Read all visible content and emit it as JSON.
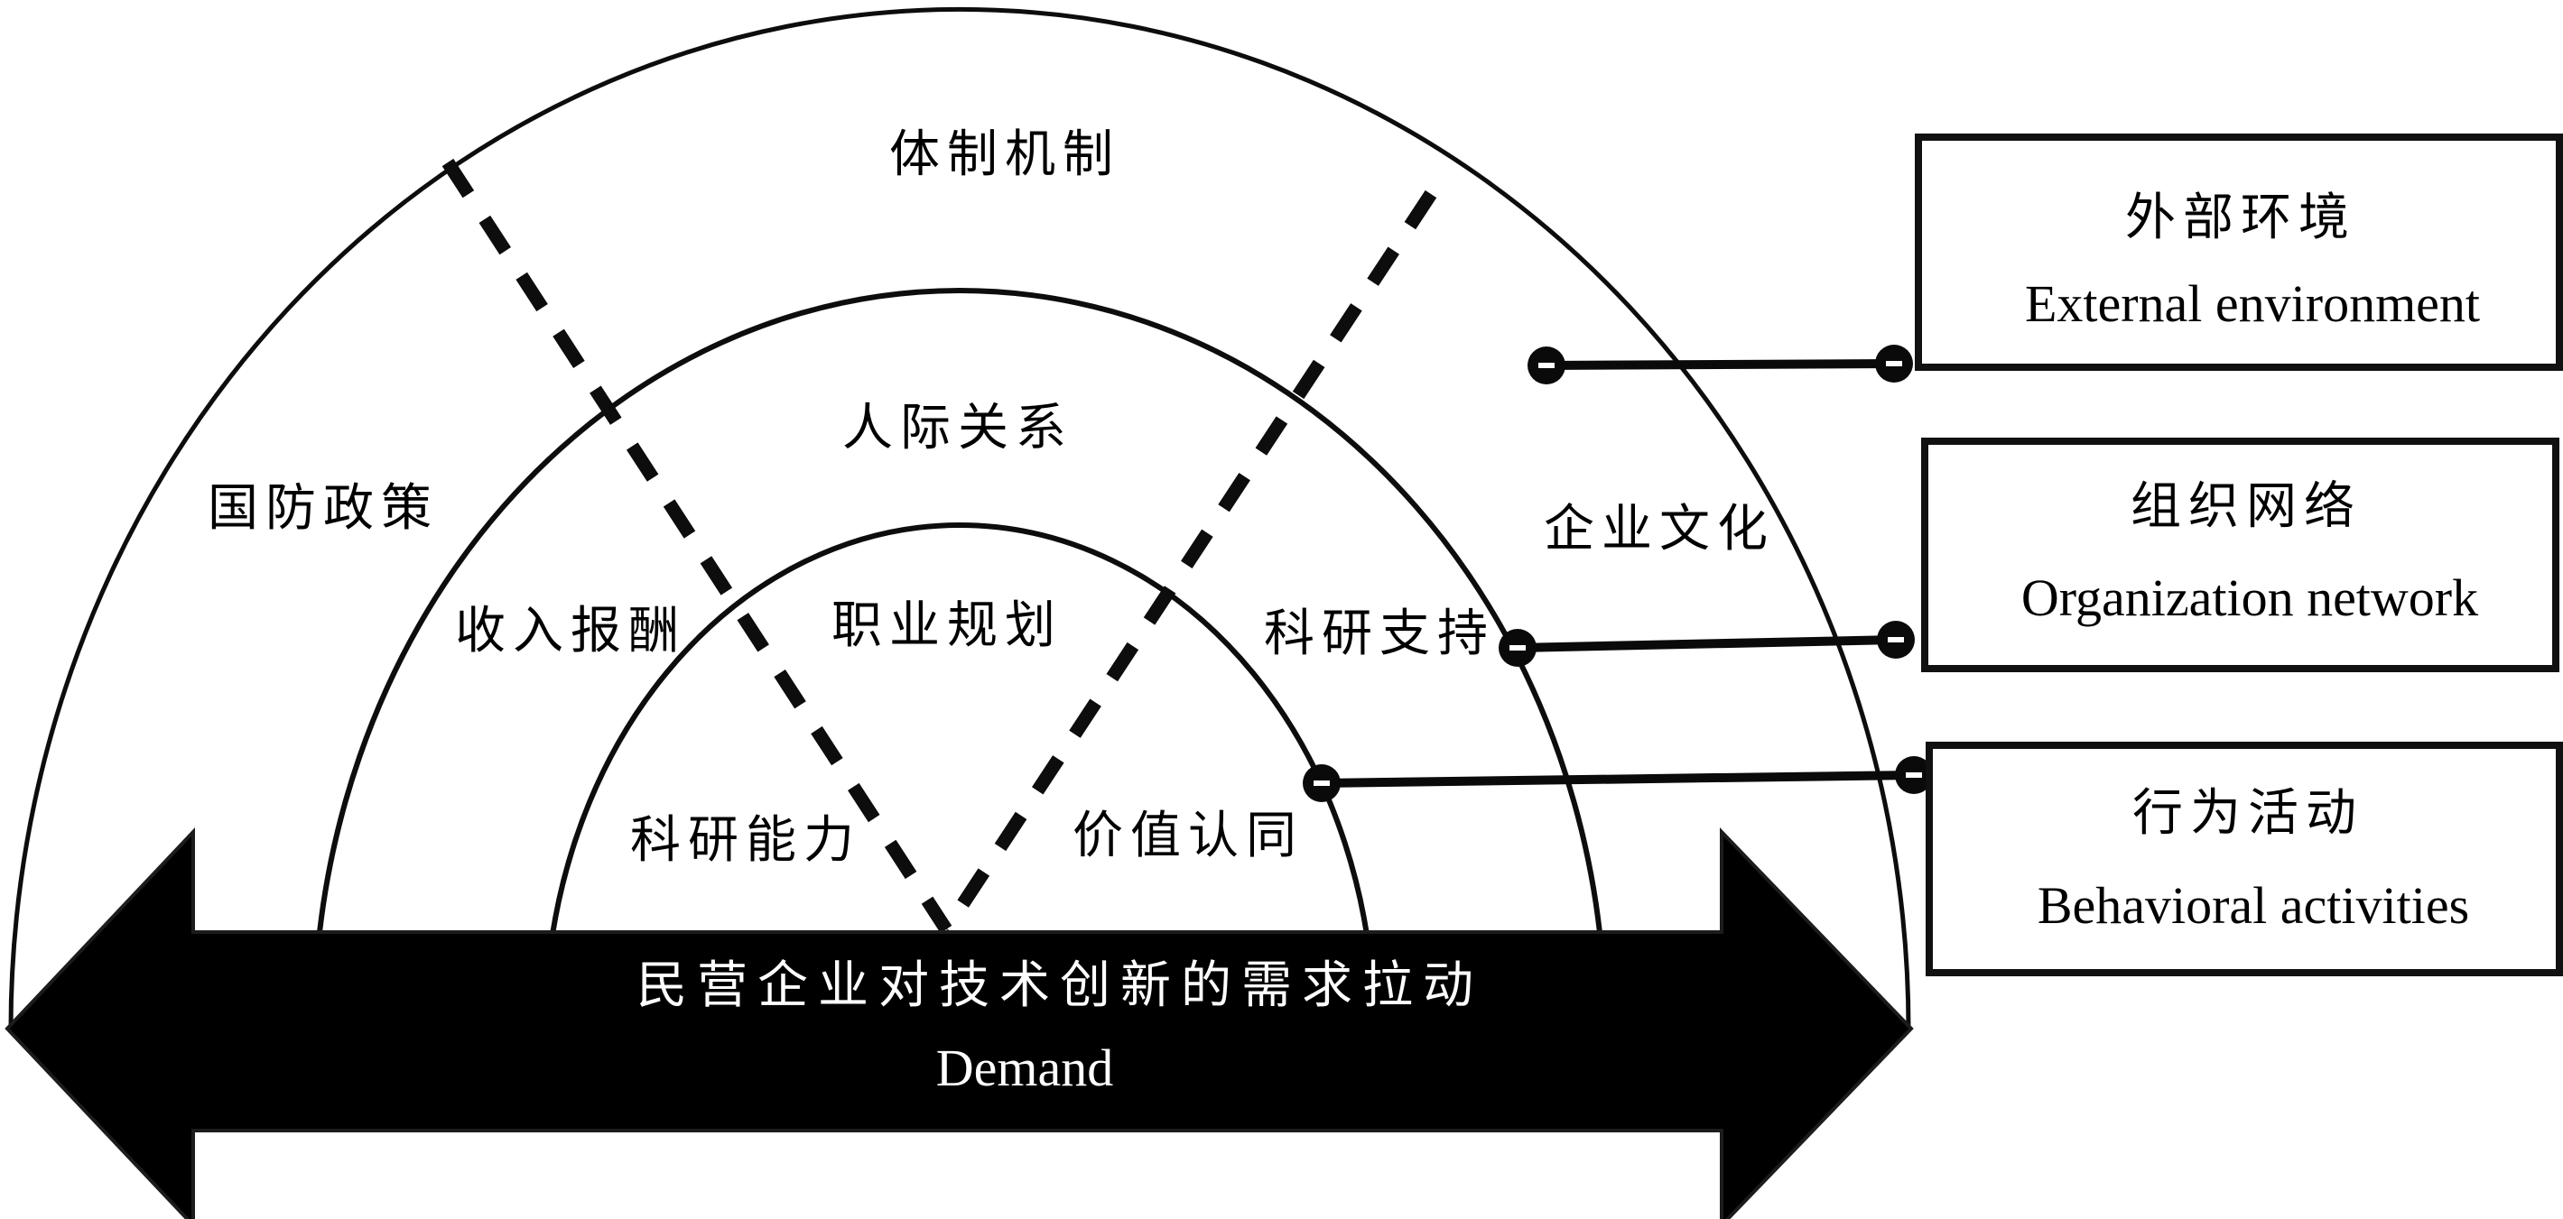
{
  "figure": {
    "rings": [
      {
        "name": "outer",
        "labels": {
          "left": "国防政策",
          "top": "体制机制",
          "right": "企业文化"
        }
      },
      {
        "name": "middle",
        "labels": {
          "left": "收入报酬",
          "top": "人际关系",
          "right": "科研支持"
        }
      },
      {
        "name": "inner",
        "labels": {
          "left": "科研能力",
          "top": "职业规划",
          "right": "价值认同"
        }
      }
    ],
    "demand_arrow": {
      "label_zh": "民营企业对技术创新的需求拉动",
      "label_en": "Demand"
    },
    "legend_boxes": [
      {
        "zh": "外部环境",
        "en": "External environment"
      },
      {
        "zh": "组织网络",
        "en": "Organization network"
      },
      {
        "zh": "行为活动",
        "en": "Behavioral activities"
      }
    ],
    "colors": {
      "ink": "#000000",
      "background": "#ffffff",
      "arrow_fill": "#000000",
      "arrow_text": "#ffffff"
    }
  }
}
